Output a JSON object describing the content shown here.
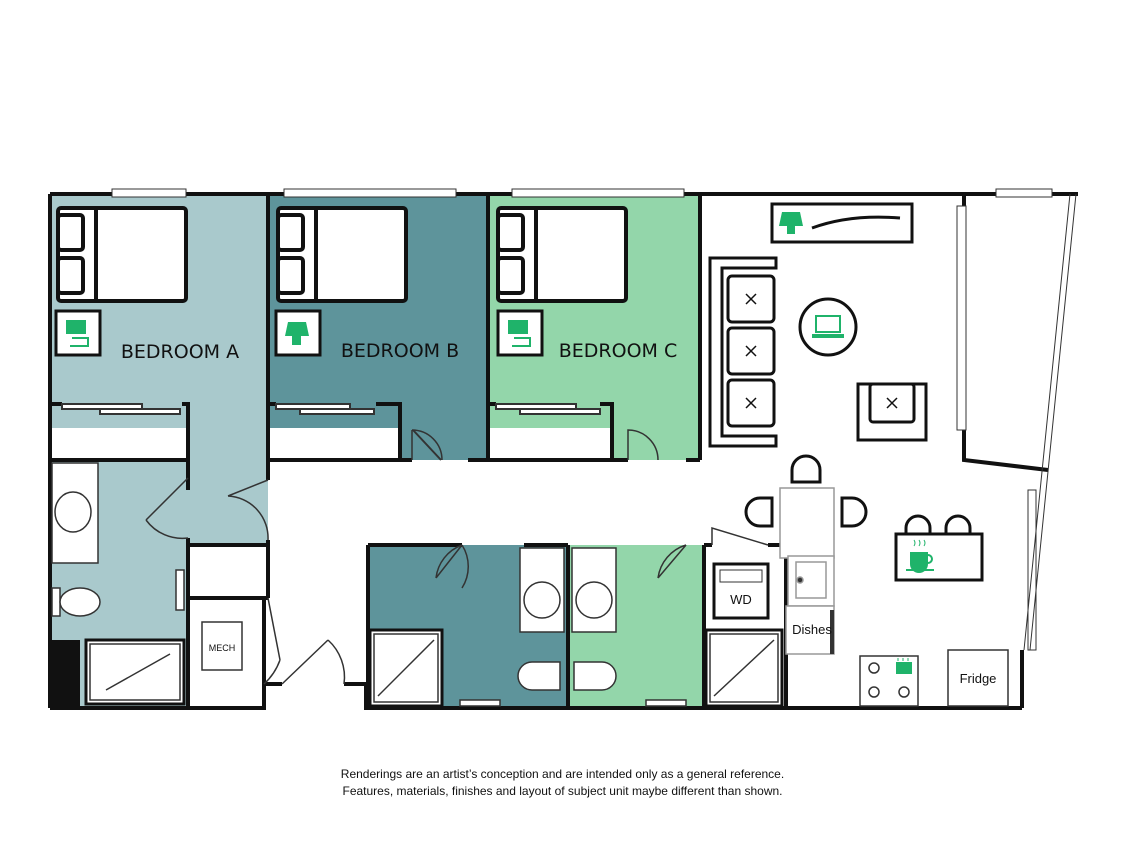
{
  "rooms": {
    "bedroom_a": "BEDROOM A",
    "bedroom_b": "BEDROOM B",
    "bedroom_c": "BEDROOM C"
  },
  "fixtures": {
    "mech": "MECH",
    "wd": "WD",
    "dishes": "Dishes",
    "fridge": "Fridge"
  },
  "disclaimer": {
    "line1": "Renderings are an artist’s conception and are intended only as a general reference.",
    "line2": "Features, materials, finishes and layout of subject unit maybe different than shown."
  },
  "colors": {
    "bedroom_a": "#a9c9cc",
    "bedroom_b": "#5e949b",
    "bedroom_c": "#93d6aa",
    "wall": "#111111",
    "accent_icon": "#1fb36a"
  },
  "icons": [
    "phone-charger-icon",
    "lamp-icon",
    "laptop-icon",
    "coffee-icon",
    "tv-icon"
  ]
}
